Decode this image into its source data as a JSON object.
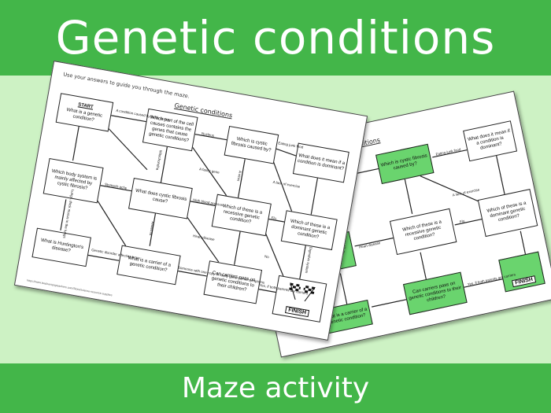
{
  "banner": {
    "title": "Genetic conditions",
    "subtitle": "Maze activity"
  },
  "colors": {
    "background": "#cdf2c4",
    "banner": "#43b649",
    "highlight": "#6ad46e"
  },
  "worksheet": {
    "instructions": "Use your answers to guide you through the maze.",
    "title": "Genetic conditions",
    "start_label": "START",
    "finish_label": "FINISH",
    "url": "https://www.teacherspayteachers.com/Store/science-resource-supplies",
    "questions": {
      "q1": "What is a genetic condition?",
      "q2": "Which part of the cell causes contains the genes that cause genetic conditions?",
      "q3": "Which is cystic fibrosis caused by?",
      "q4": "What does it mean if a condition is dominant?",
      "q5": "Which body system is mainly affected by cystic fibrosis?",
      "q6": "What does cystic fibrosis cause?",
      "q7": "Which of these is a recessive genetic condition?",
      "q8": "Which of these is a dominant genetic condition?",
      "q9": "What is Huntington's disease?",
      "q10": "What is a carrier of a genetic condition?",
      "q11": "Can carriers pass on genetic conditions to their children?"
    },
    "answers": {
      "a1": "A condition caused by faulty genes",
      "a2": "Nucleus",
      "a3": "Eating junk food",
      "a4": "Mitochondria",
      "a5": "A faulty gene",
      "a6": "A virus",
      "a7": "A lack of exercise",
      "a8": "Stomach ache",
      "a9": "High blood pressure",
      "a10": "Flu",
      "a11": "Anaemia",
      "a12": "Heart disease",
      "a13": "No",
      "a14": "Yes, if both parents are carriers",
      "a15": "Someone with one copy of faulty gene but no symptoms",
      "a16": "Genetic disorder affecting brain",
      "a17": "Lungs, thick mucus in the lungs",
      "a18": "Digestive system"
    }
  }
}
